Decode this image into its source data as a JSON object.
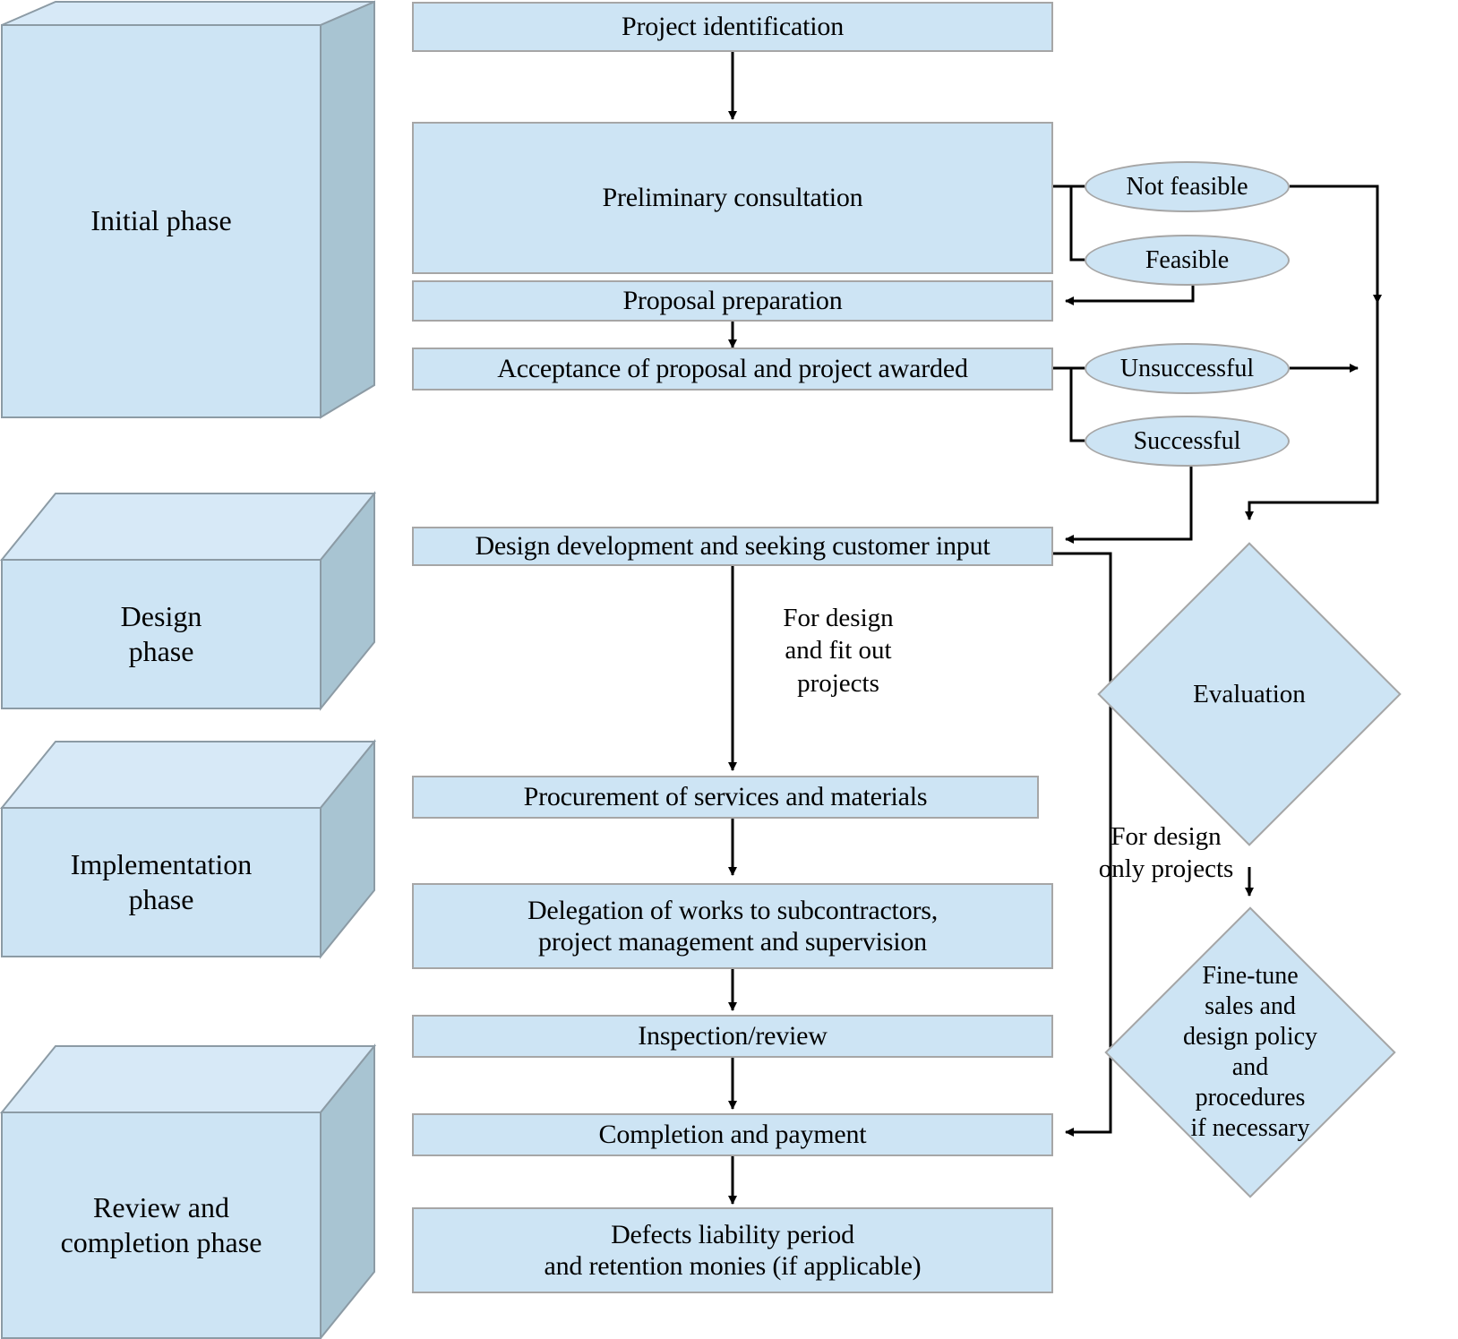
{
  "diagram": {
    "title": "Project delivery process flowchart",
    "palette": {
      "shape_fill": "#cde4f4",
      "shape_stroke": "#a6a6a6",
      "cube_top_fill": "#d7e9f7",
      "cube_side_fill": "#a8c4d2",
      "connector": "#000000",
      "background": "#ffffff"
    }
  },
  "phases": [
    {
      "label": "Initial phase"
    },
    {
      "label": "Design\nphase"
    },
    {
      "label": "Implementation\nphase"
    },
    {
      "label": "Review and\ncompletion phase"
    }
  ],
  "process_steps": [
    {
      "label": "Project identification"
    },
    {
      "label": "Preliminary consultation"
    },
    {
      "label": "Proposal preparation"
    },
    {
      "label": "Acceptance of proposal and project awarded"
    },
    {
      "label": "Design development and seeking customer input"
    },
    {
      "label": "Procurement of services and materials"
    },
    {
      "label": "Delegation of works to subcontractors,\nproject management and supervision"
    },
    {
      "label": "Inspection/review"
    },
    {
      "label": "Completion and payment"
    },
    {
      "label": "Defects liability period\nand retention monies (if applicable)"
    }
  ],
  "decision_outcomes": [
    {
      "label": "Not feasible"
    },
    {
      "label": "Feasible"
    },
    {
      "label": "Unsuccessful"
    },
    {
      "label": "Successful"
    }
  ],
  "decision_nodes": [
    {
      "label": "Evaluation"
    },
    {
      "label": "Fine-tune\nsales and\ndesign policy\nand\nprocedures\nif necessary"
    }
  ],
  "edge_labels": [
    {
      "label": "For design\nand fit out\nprojects"
    },
    {
      "label": "For design\nonly projects"
    }
  ]
}
